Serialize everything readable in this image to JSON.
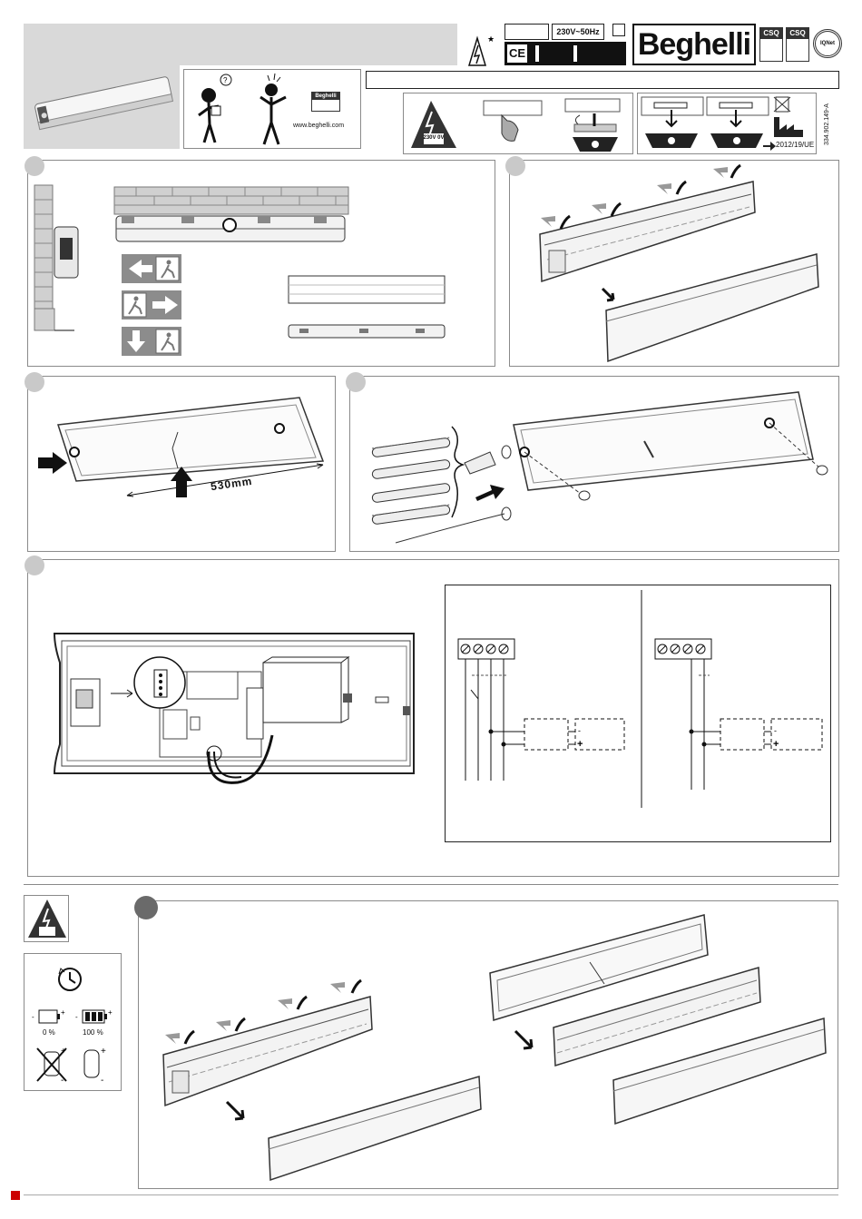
{
  "header": {
    "voltage": "230V~50Hz",
    "brand": "Beghelli",
    "cert_csq": "CSQ",
    "cert_iqnet": "IQNet",
    "ce_mark": "CE",
    "website": "www.beghelli.com",
    "logo_small": "Beghelli",
    "doc_code": "334.902.149-A",
    "warn_label": "230V 0V",
    "weee_directive": "2012/19/UE"
  },
  "step1": {
    "signs": [
      "arrow-left-exit",
      "exit-arrow-right",
      "arrow-down-exit"
    ]
  },
  "step3": {
    "dimension": "530mm"
  },
  "step5": {
    "battery_empty": "0 %",
    "battery_full": "100 %"
  }
}
